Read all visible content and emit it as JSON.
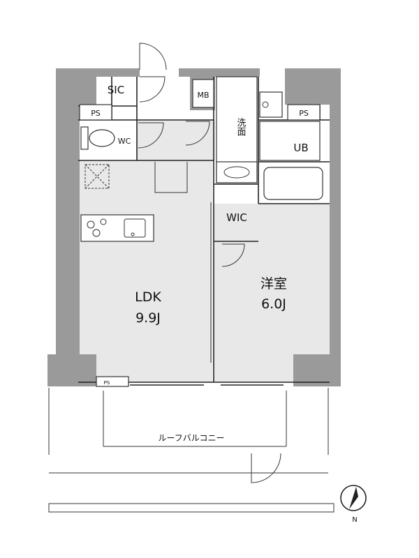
{
  "floorplan": {
    "rooms": {
      "ldk_name": "LDK",
      "ldk_size": "9.9J",
      "bedroom_name": "洋室",
      "bedroom_size": "6.0J",
      "wic": "WIC",
      "sic": "SIC",
      "mb": "MB",
      "wc": "WC",
      "ub": "UB",
      "washroom": "洗面",
      "ps_left": "PS",
      "ps_right": "PS",
      "ps_bottom": "PS"
    },
    "balcony_label": "ルーフバルコニー",
    "compass_label": "N"
  },
  "colors": {
    "wall": "#9a9a9a",
    "floor": "#e8e8e8",
    "line": "#222222"
  }
}
